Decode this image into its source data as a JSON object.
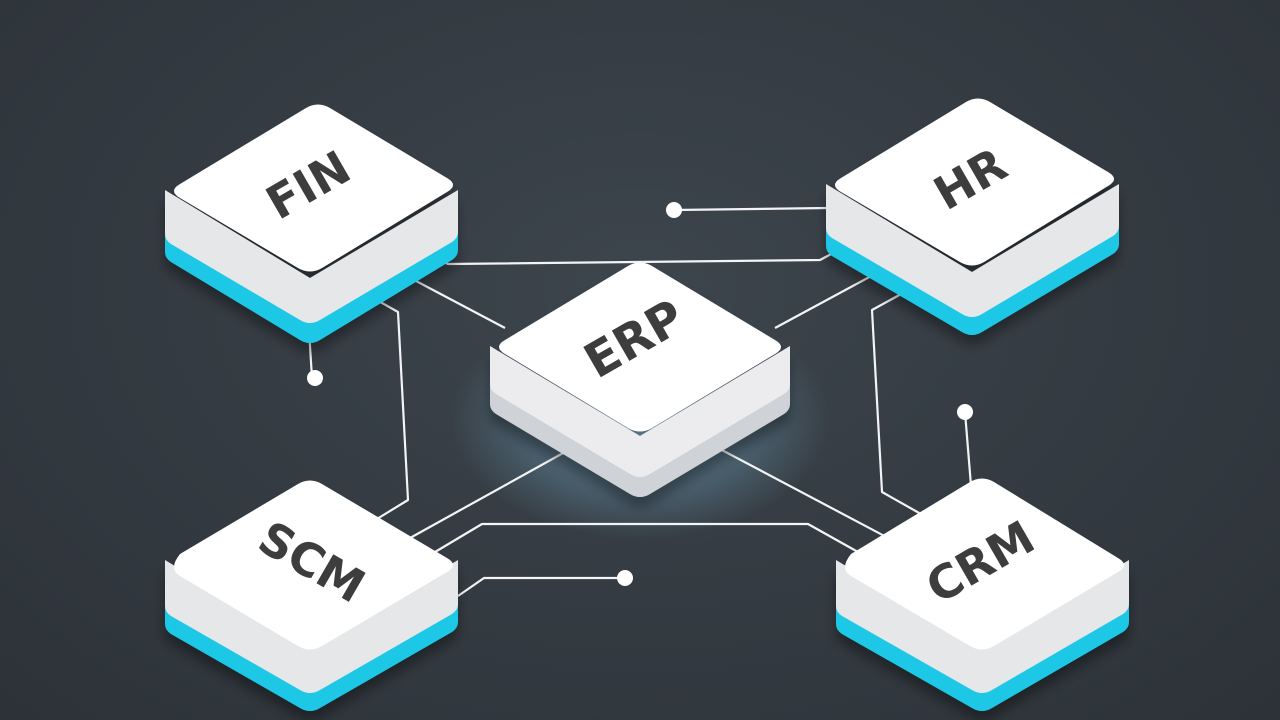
{
  "diagram": {
    "center": {
      "id": "erp",
      "label": "ERP"
    },
    "modules": [
      {
        "id": "fin",
        "label": "FIN"
      },
      {
        "id": "hr",
        "label": "HR"
      },
      {
        "id": "scm",
        "label": "SCM"
      },
      {
        "id": "crm",
        "label": "CRM"
      }
    ],
    "colors": {
      "background": "#353c43",
      "tile_top": "#ffffff",
      "tile_side": "#e6e7e9",
      "accent_band": "#1ec8e6",
      "erp_band": "#cfd2d6",
      "connector": "#f2f4f6",
      "glow": "#8fd8ff",
      "label": "#3c3c3c"
    },
    "connections": [
      {
        "from": "erp",
        "to": "fin"
      },
      {
        "from": "erp",
        "to": "hr"
      },
      {
        "from": "erp",
        "to": "scm"
      },
      {
        "from": "erp",
        "to": "crm"
      },
      {
        "from": "fin",
        "to": "hr"
      },
      {
        "from": "fin",
        "to": "scm"
      },
      {
        "from": "hr",
        "to": "crm"
      },
      {
        "from": "scm",
        "to": "crm"
      }
    ]
  }
}
